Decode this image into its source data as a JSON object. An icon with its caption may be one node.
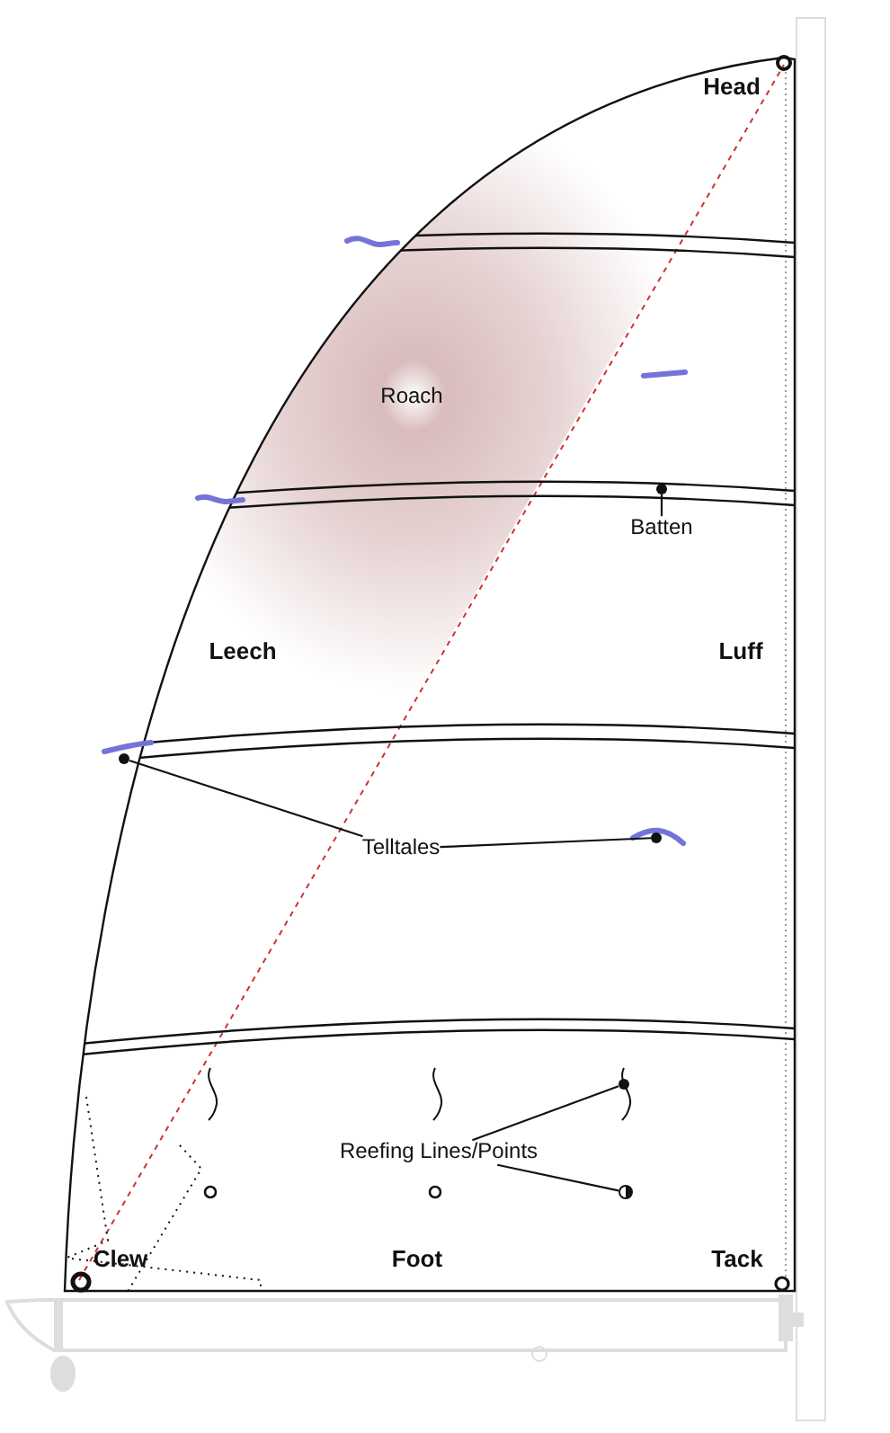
{
  "diagram": {
    "nodes": [
      {
        "text": [
          "Batten"
        ]
      },
      {
        "text": [],
        "shape": "circle"
      },
      {
        "text": [
          "Telltales"
        ]
      },
      {
        "text": [],
        "shape": "circle"
      },
      {
        "text": [],
        "shape": "circle"
      },
      {
        "text": [
          "Reefing Lines/Points"
        ]
      },
      {
        "text": [],
        "shape": "circle"
      },
      {
        "text": [],
        "shape": "circle"
      }
    ],
    "edges": [
      {
        "from": 0,
        "to": 1,
        "arrow": "none"
      },
      {
        "from": 2,
        "to": 3,
        "arrow": "none"
      },
      {
        "from": 2,
        "to": 4,
        "arrow": "none"
      },
      {
        "from": 5,
        "to": 6,
        "arrow": "none"
      },
      {
        "from": 5,
        "to": 7,
        "arrow": "none"
      }
    ],
    "labels": [
      "Head",
      "Roach",
      "Leech",
      "Luff",
      "Clew",
      "Foot",
      "Tack"
    ]
  }
}
